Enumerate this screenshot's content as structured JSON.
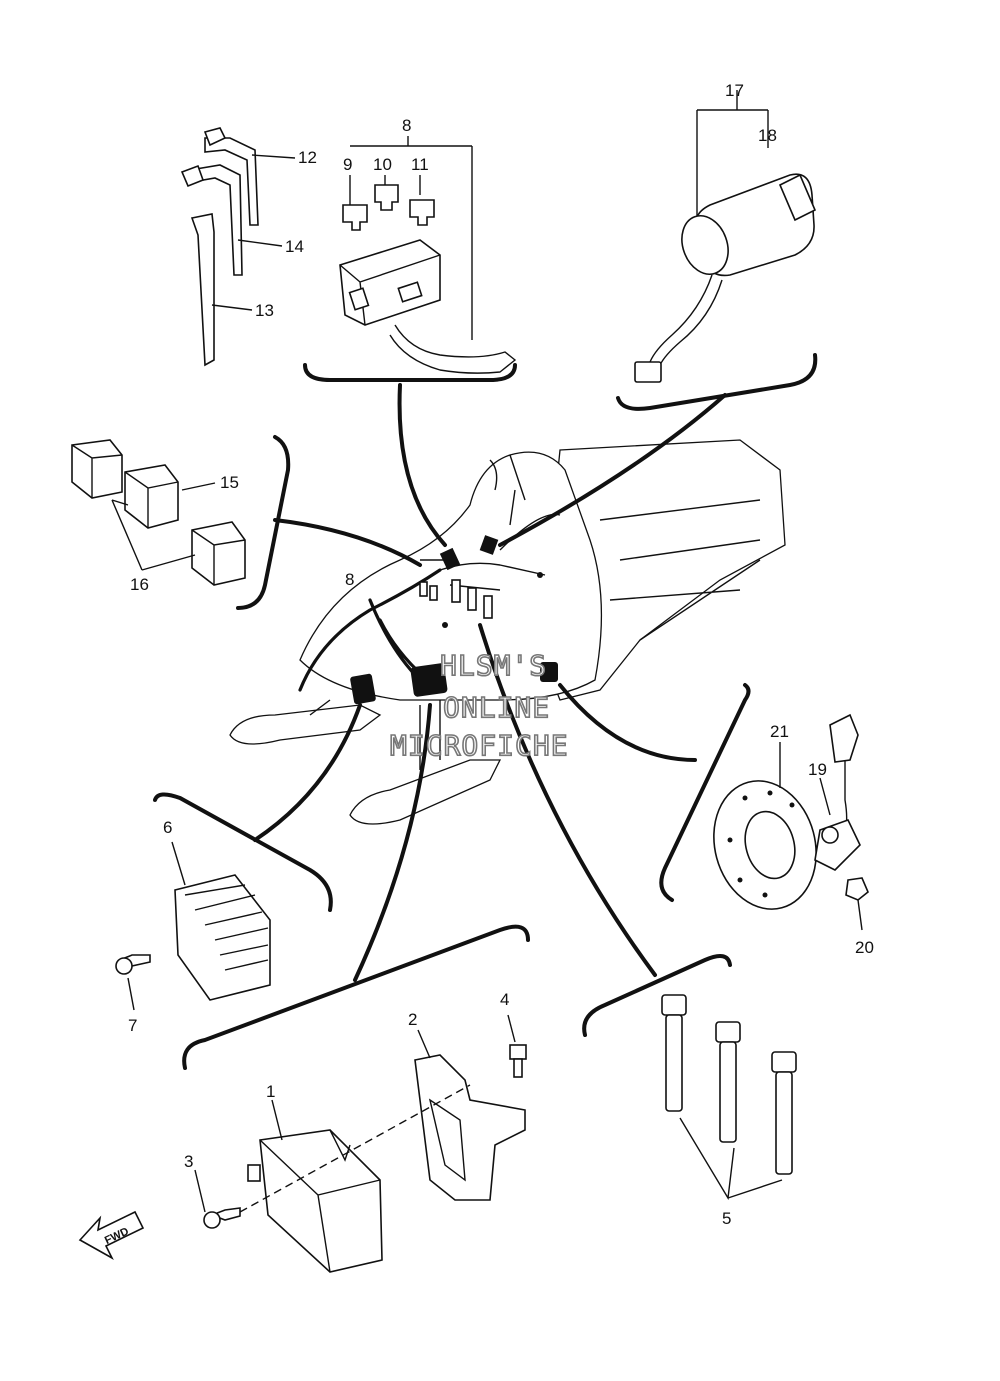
{
  "callouts": [
    "1",
    "2",
    "3",
    "4",
    "5",
    "6",
    "7",
    "8",
    "9",
    "10",
    "11",
    "12",
    "13",
    "14",
    "15",
    "16",
    "17",
    "18",
    "19",
    "20",
    "21"
  ],
  "watermark": {
    "line1": "HLSM'S",
    "line2": "ONLINE",
    "line3": "MICROFICHE"
  },
  "fwd_label": "FWD"
}
